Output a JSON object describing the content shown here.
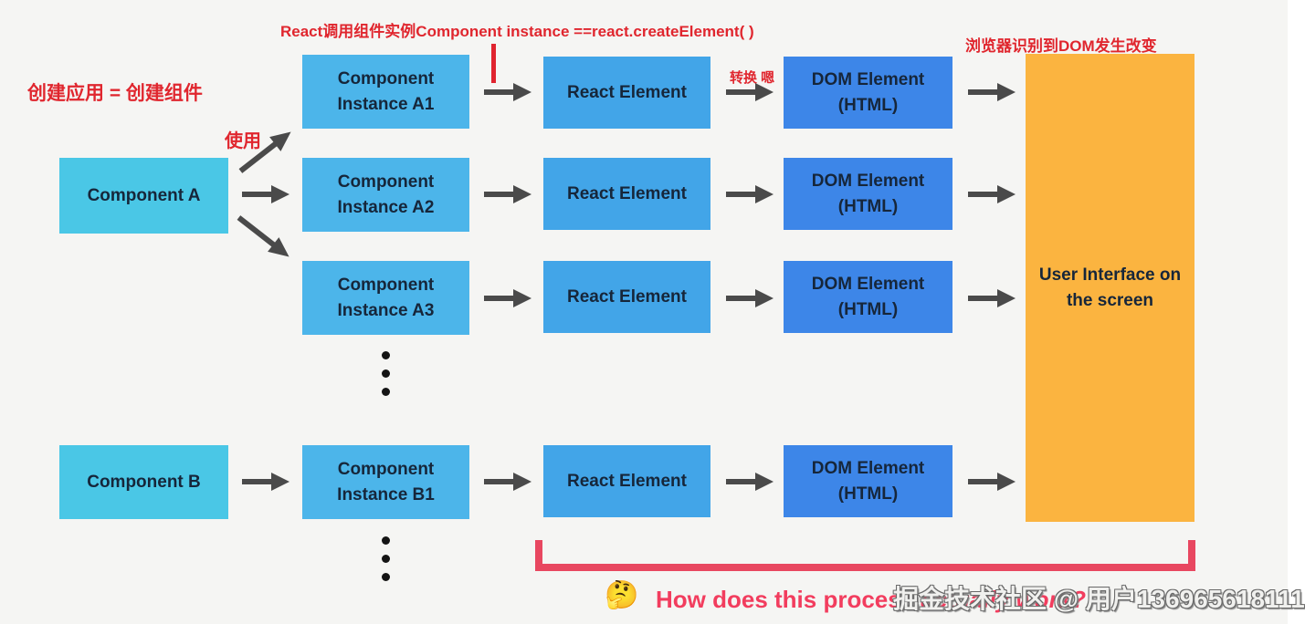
{
  "colors": {
    "background": "#f5f5f3",
    "component_box": "#4AC7E6",
    "component_instance_box": "#4CB5EA",
    "react_element_box": "#42A5E8",
    "dom_element_box": "#3D86E8",
    "user_interface_box": "#FBB440",
    "arrow": "#4A4A4A",
    "annotation_red": "#E0262E",
    "footer_pink": "#F23D5E",
    "bracket_pink": "#E84760"
  },
  "annotations": {
    "create_app": "创建应用 = 创建组件",
    "use_label": "使用",
    "react_call": "React调用组件实例Component instance  ==react.createElement( )",
    "convert_label": "转换 嗯",
    "browser_dom_change": "浏览器识别到DOM发生改变"
  },
  "left_boxes": {
    "component_a": "Component A",
    "component_b": "Component B"
  },
  "rows": [
    {
      "instance": "Component Instance A1",
      "react": "React Element",
      "dom": "DOM Element (HTML)"
    },
    {
      "instance": "Component Instance A2",
      "react": "React Element",
      "dom": "DOM Element (HTML)"
    },
    {
      "instance": "Component Instance A3",
      "react": "React Element",
      "dom": "DOM Element (HTML)"
    },
    {
      "instance": "Component Instance B1",
      "react": "React Element",
      "dom": "DOM Element (HTML)"
    }
  ],
  "ui_box": {
    "label": "User Interface on the screen"
  },
  "footer": {
    "emoji": "🤔",
    "question_lead": "How does this process ",
    "question_emph": "actually work?",
    "watermark": "掘金技术社区 @ 用户136965618111"
  }
}
